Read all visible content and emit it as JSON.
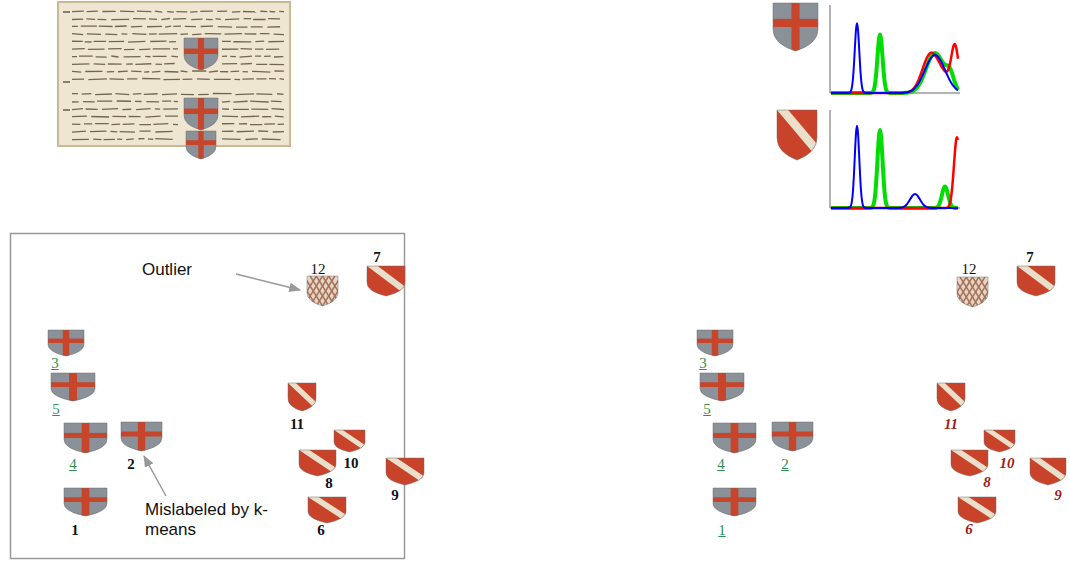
{
  "diagram": {
    "labels": [
      "Outlier",
      "12",
      "7",
      "3",
      "5",
      "4",
      "2",
      "Mislabeled by k-means",
      "11",
      "10",
      "8",
      "9",
      "1",
      "6",
      "12",
      "7",
      "3",
      "5",
      "4",
      "2",
      "11",
      "10",
      "8",
      "9",
      "1",
      "6"
    ]
  }
}
